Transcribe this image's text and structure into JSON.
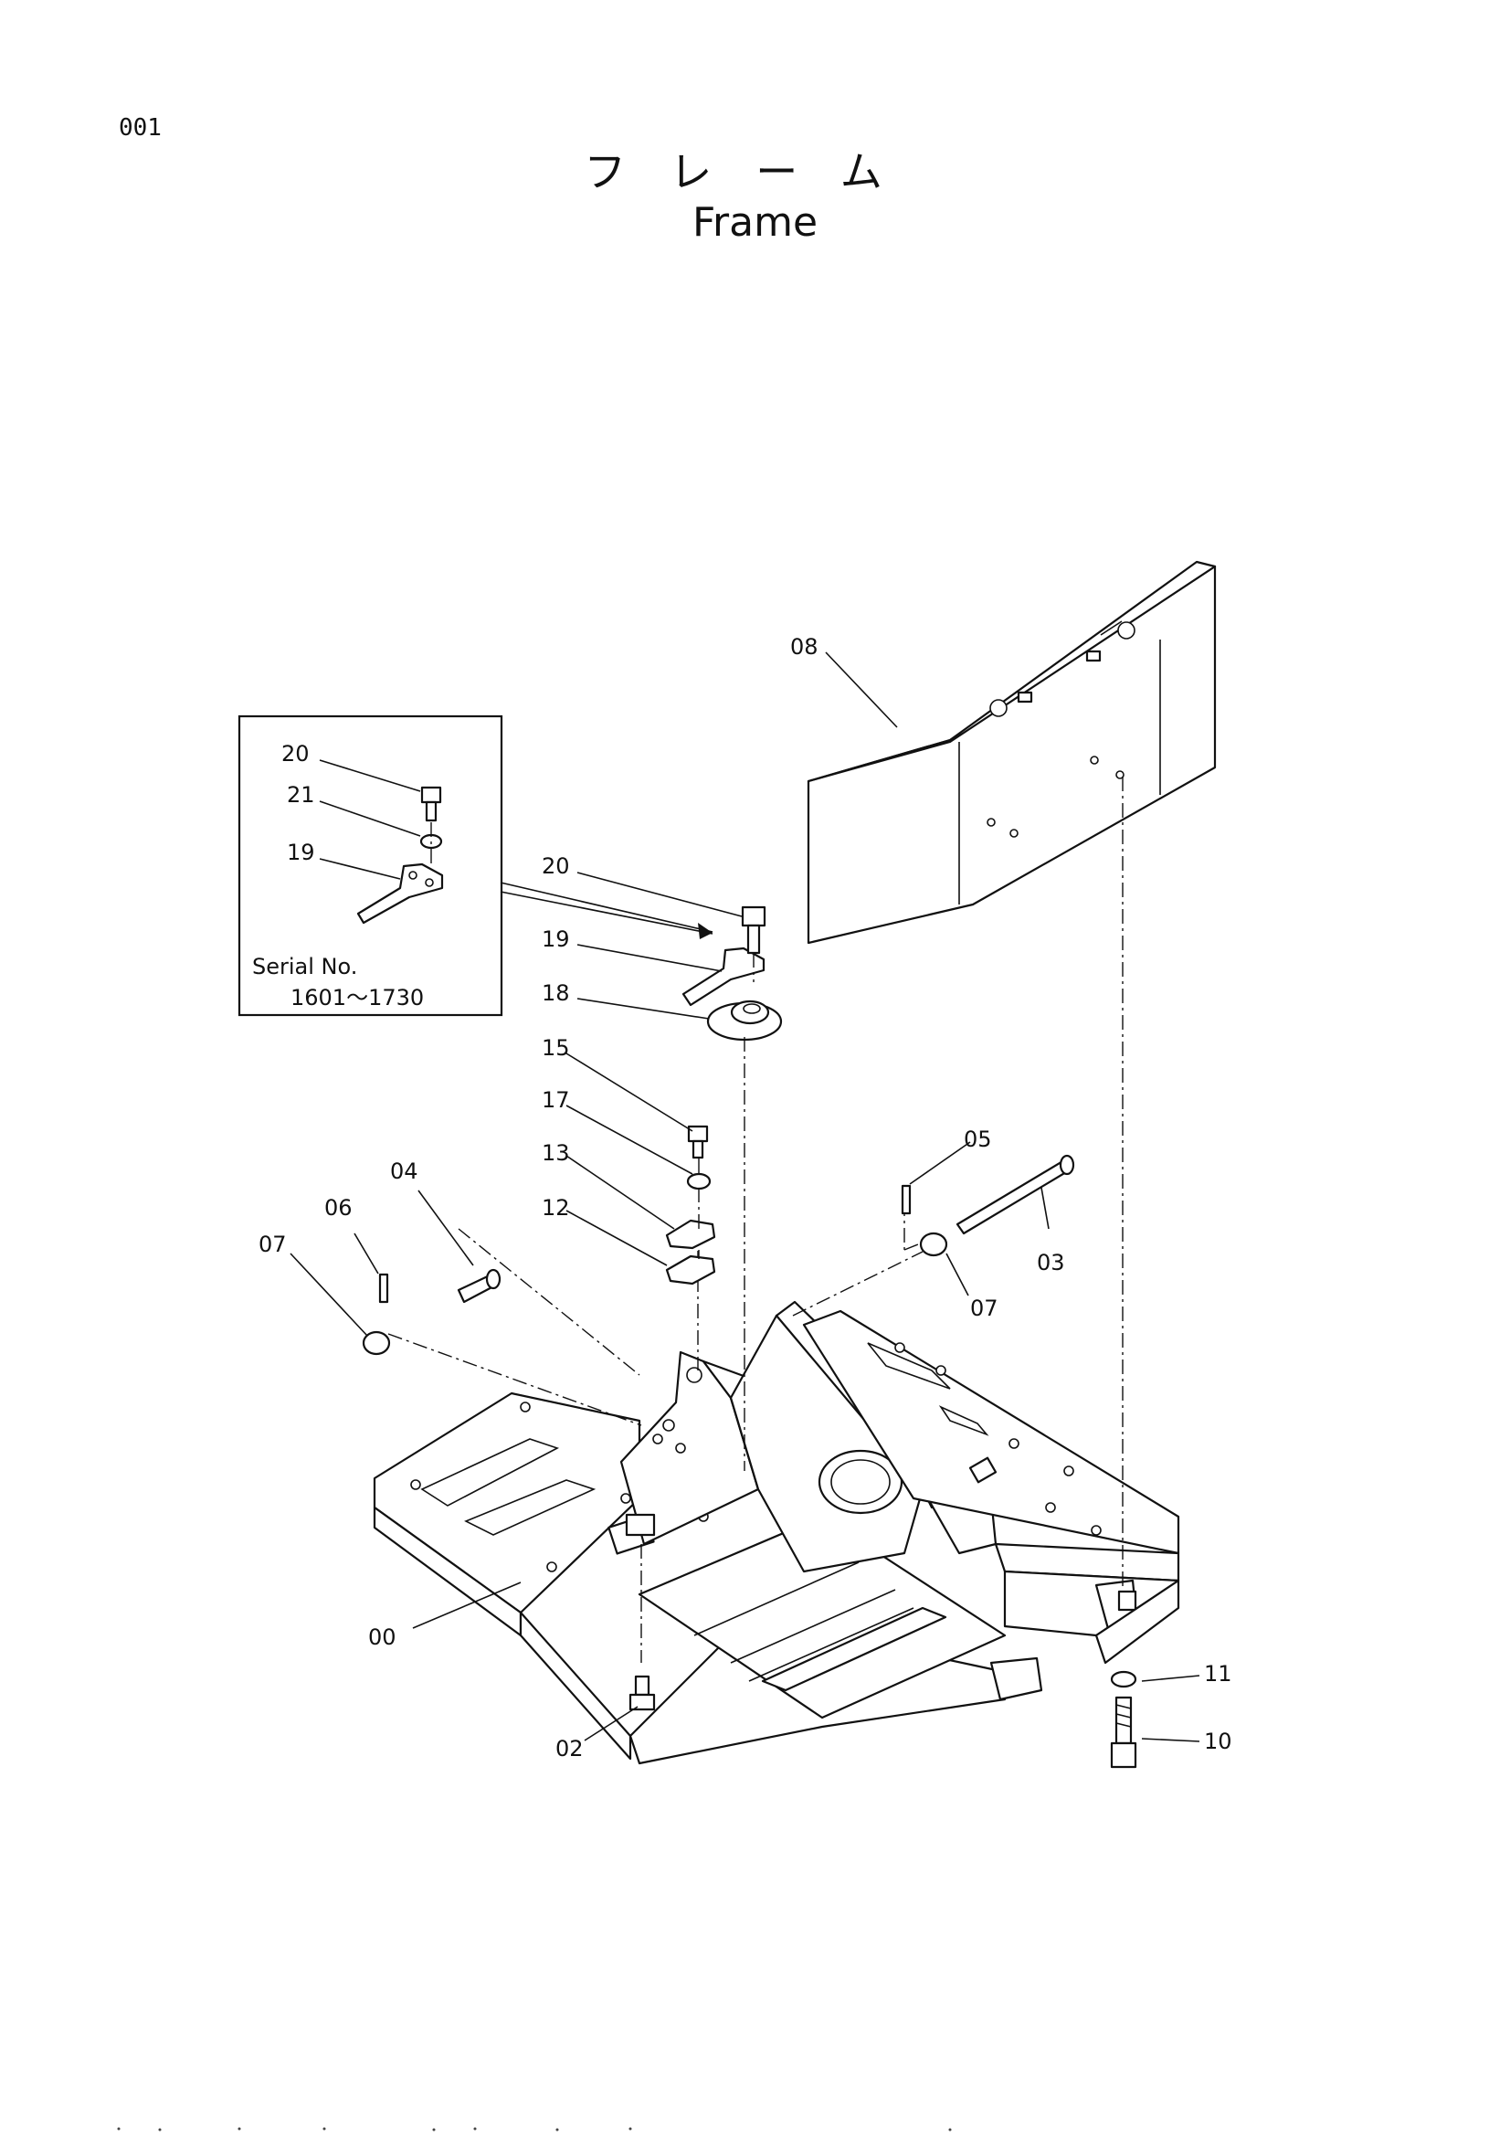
{
  "page_number": "001",
  "title_jp": "フレーム",
  "title_en": "Frame",
  "callouts": {
    "c00": "00",
    "c02": "02",
    "c03": "03",
    "c04": "04",
    "c05": "05",
    "c06": "06",
    "c07a": "07",
    "c07b": "07",
    "c08": "08",
    "c10": "10",
    "c11": "11",
    "c12": "12",
    "c13": "13",
    "c15": "15",
    "c17": "17",
    "c18": "18",
    "c19": "19",
    "c20": "20"
  },
  "inset": {
    "c20": "20",
    "c21": "21",
    "c19": "19",
    "serial_label": "Serial No.",
    "serial_range": "1601～1730"
  }
}
